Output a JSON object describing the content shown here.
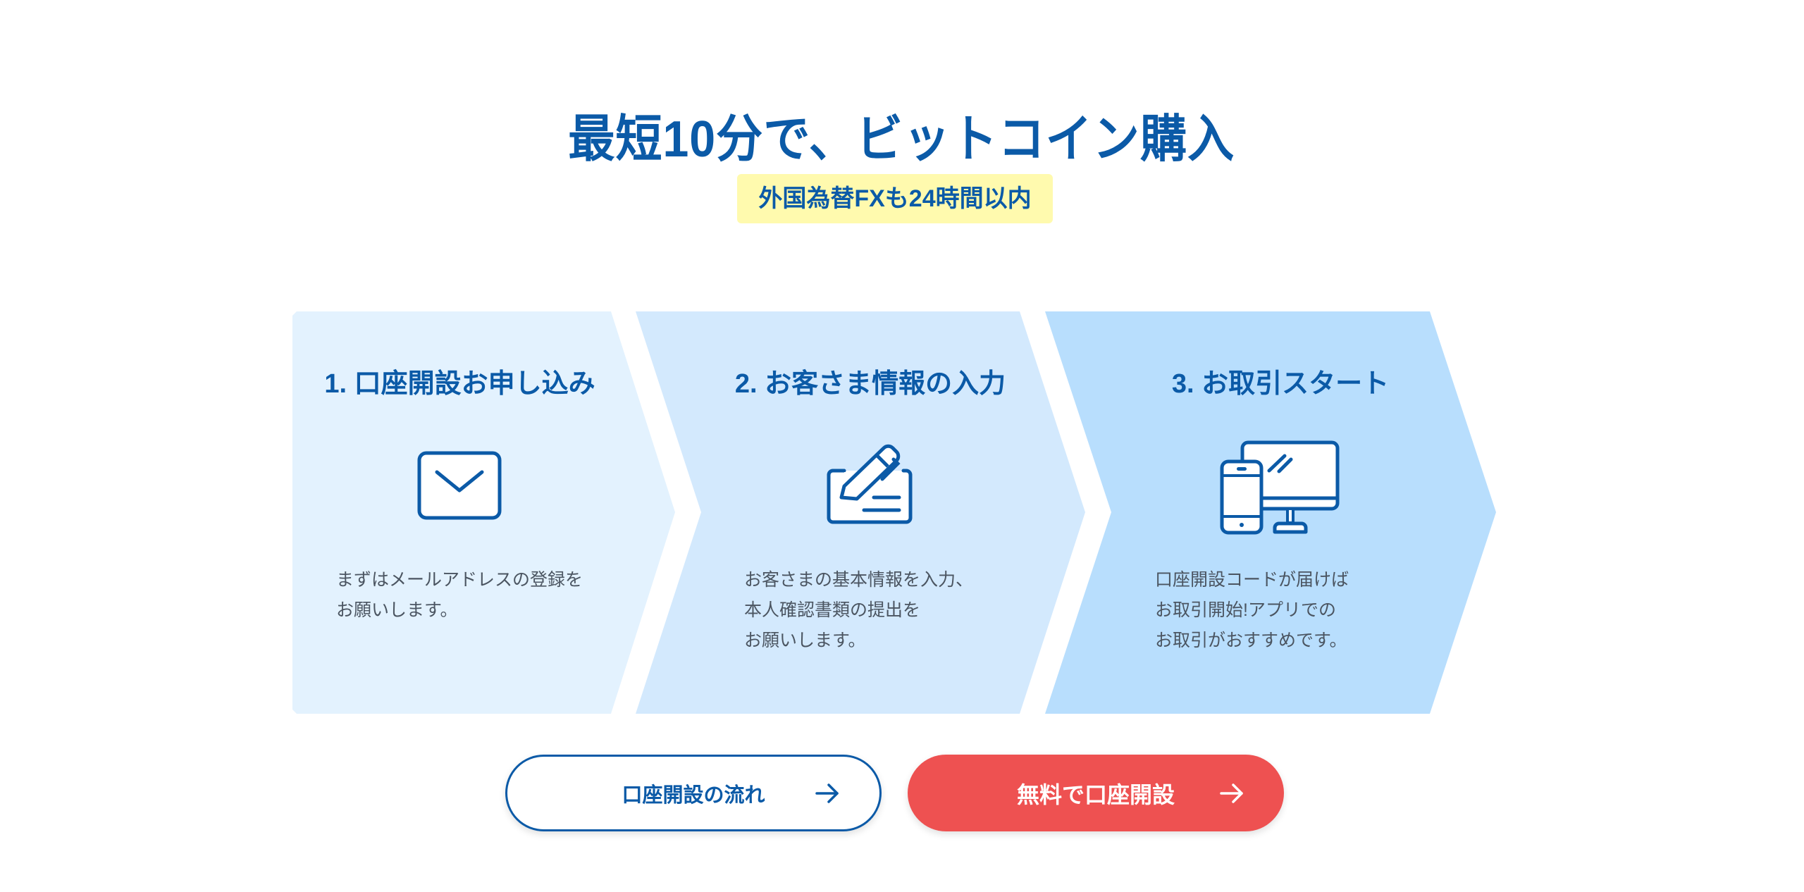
{
  "header": {
    "title": "最短10分で、ビットコイン購入",
    "badge": "外国為替FXも24時間以内"
  },
  "steps": [
    {
      "title": "1. 口座開設お申し込み",
      "icon": "envelope-icon",
      "description_lines": [
        "まずはメールアドレスの登録を",
        "お願いします。"
      ],
      "background": "#e3f2fe"
    },
    {
      "title": "2. お客さま情報の入力",
      "icon": "pen-form-icon",
      "description_lines": [
        "お客さまの基本情報を入力、",
        "本人確認書類の提出を",
        "お願いします。"
      ],
      "background": "#d3e9fd"
    },
    {
      "title": "3. お取引スタート",
      "icon": "devices-icon",
      "description_lines": [
        "口座開設コードが届けば",
        "お取引開始!アプリでの",
        "お取引がおすすめです。"
      ],
      "background": "#b8defd"
    }
  ],
  "buttons": {
    "flow": {
      "label": "口座開設の流れ",
      "icon": "arrow-right-icon"
    },
    "open_account": {
      "label": "無料で口座開設",
      "icon": "arrow-right-icon"
    }
  },
  "colors": {
    "brand_blue": "#0b5aa7",
    "badge_yellow": "#fffaae",
    "cta_red": "#ee5151",
    "body_text": "#4b5561"
  }
}
